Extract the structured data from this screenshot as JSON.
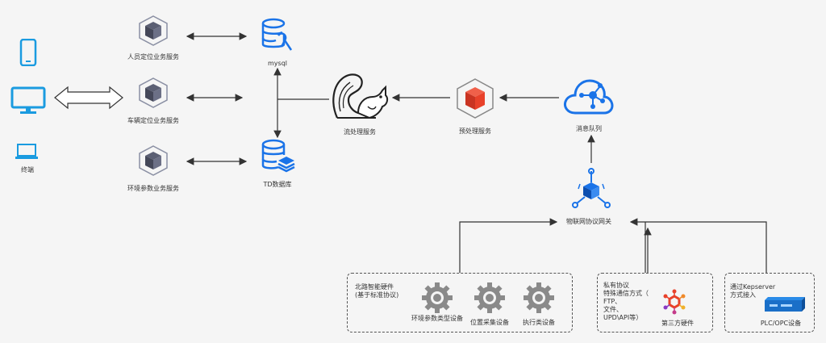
{
  "diagram": {
    "terminal": {
      "label": "终端"
    },
    "services": {
      "personnel": "人员定位业务服务",
      "vehicle": "车辆定位业务服务",
      "environment": "环境参数业务服务"
    },
    "databases": {
      "mysql": "mysql",
      "td": "TD数据库"
    },
    "stream": {
      "label": "流处理服务"
    },
    "preprocess": {
      "label": "预处理服务"
    },
    "mq": {
      "label": "消息队列"
    },
    "gateway": {
      "label": "物联网协议网关"
    },
    "north": {
      "title": "北路智能硬件\n(基于标准协议)",
      "devices": [
        "环境参数类型设备",
        "位置采集设备",
        "执行类设备"
      ]
    },
    "private": {
      "title": "私有协议\n特殊通信方式（\nFTP、\n文件、\nUPD\\API等）",
      "device": "第三方硬件"
    },
    "kep": {
      "title": "通过Kepserver\n方式接入",
      "device": "PLC/OPC设备"
    },
    "colors": {
      "accent": "#1a73e8",
      "cube": "#5b5f73",
      "red": "#e8412a",
      "gear": "#8a8a8a",
      "line": "#333333"
    }
  }
}
